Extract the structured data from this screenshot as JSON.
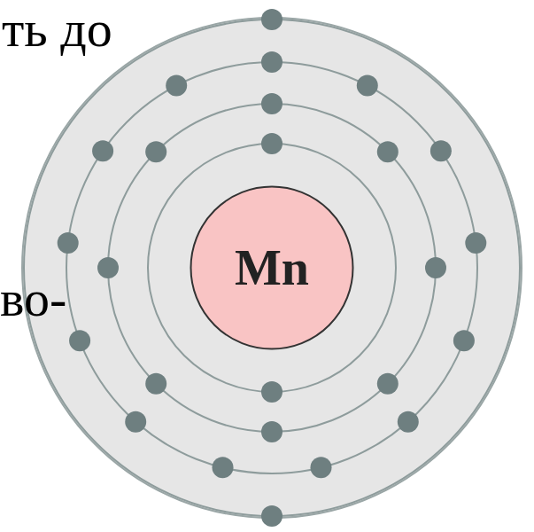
{
  "diagram": {
    "nodes": [
      {
        "text": [
          "Mn"
        ]
      }
    ],
    "labels": [
      "ть до",
      "во-"
    ]
  }
}
